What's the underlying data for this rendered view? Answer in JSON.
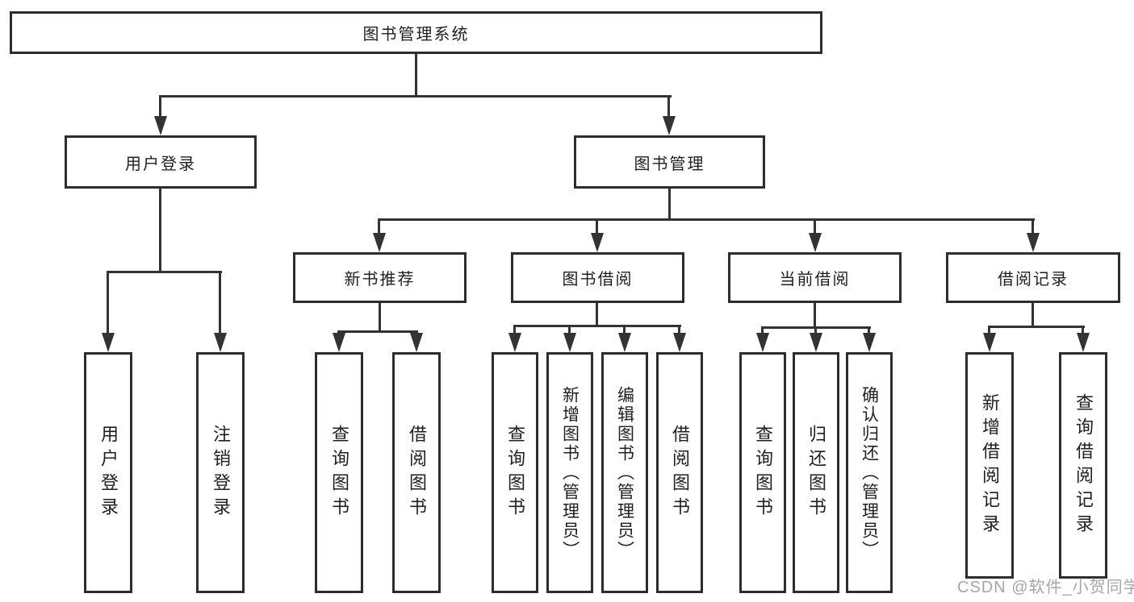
{
  "diagram_title": "图书管理系统",
  "tree": {
    "root": "图书管理系统",
    "level2": [
      {
        "label": "用户登录",
        "children": [
          {
            "label": "用户登录"
          },
          {
            "label": "注销登录"
          }
        ]
      },
      {
        "label": "图书管理",
        "children": [
          {
            "label": "新书推荐",
            "children": [
              {
                "label": "查询图书"
              },
              {
                "label": "借阅图书"
              }
            ]
          },
          {
            "label": "图书借阅",
            "children": [
              {
                "label": "查询图书"
              },
              {
                "label": "新增图书（管理员）"
              },
              {
                "label": "编辑图书（管理员）"
              },
              {
                "label": "借阅图书"
              }
            ]
          },
          {
            "label": "当前借阅",
            "children": [
              {
                "label": "查询图书"
              },
              {
                "label": "归还图书"
              },
              {
                "label": "确认归还（管理员）"
              }
            ]
          },
          {
            "label": "借阅记录",
            "children": [
              {
                "label": "新增借阅记录"
              },
              {
                "label": "查询借阅记录"
              }
            ]
          }
        ]
      }
    ]
  },
  "watermark": "CSDN @软件_小贺同学",
  "colors": {
    "background": "#ffffff",
    "line": "#333333",
    "border": "#2d2d2d",
    "text": "#1f1f1f",
    "watermark": "#a6a6a6"
  }
}
